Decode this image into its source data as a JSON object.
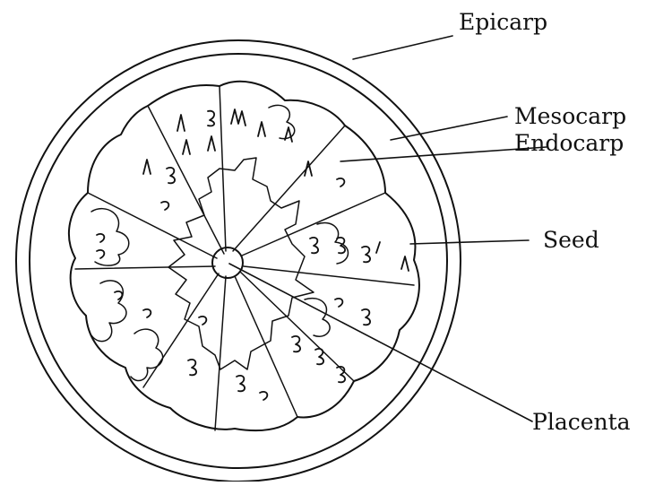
{
  "diagram": {
    "labels": {
      "epicarp": "Epicarp",
      "mesocarp": "Mesocarp",
      "endocarp": "Endocarp",
      "seed": "Seed",
      "placenta": "Placenta"
    },
    "segment_count": 10
  }
}
